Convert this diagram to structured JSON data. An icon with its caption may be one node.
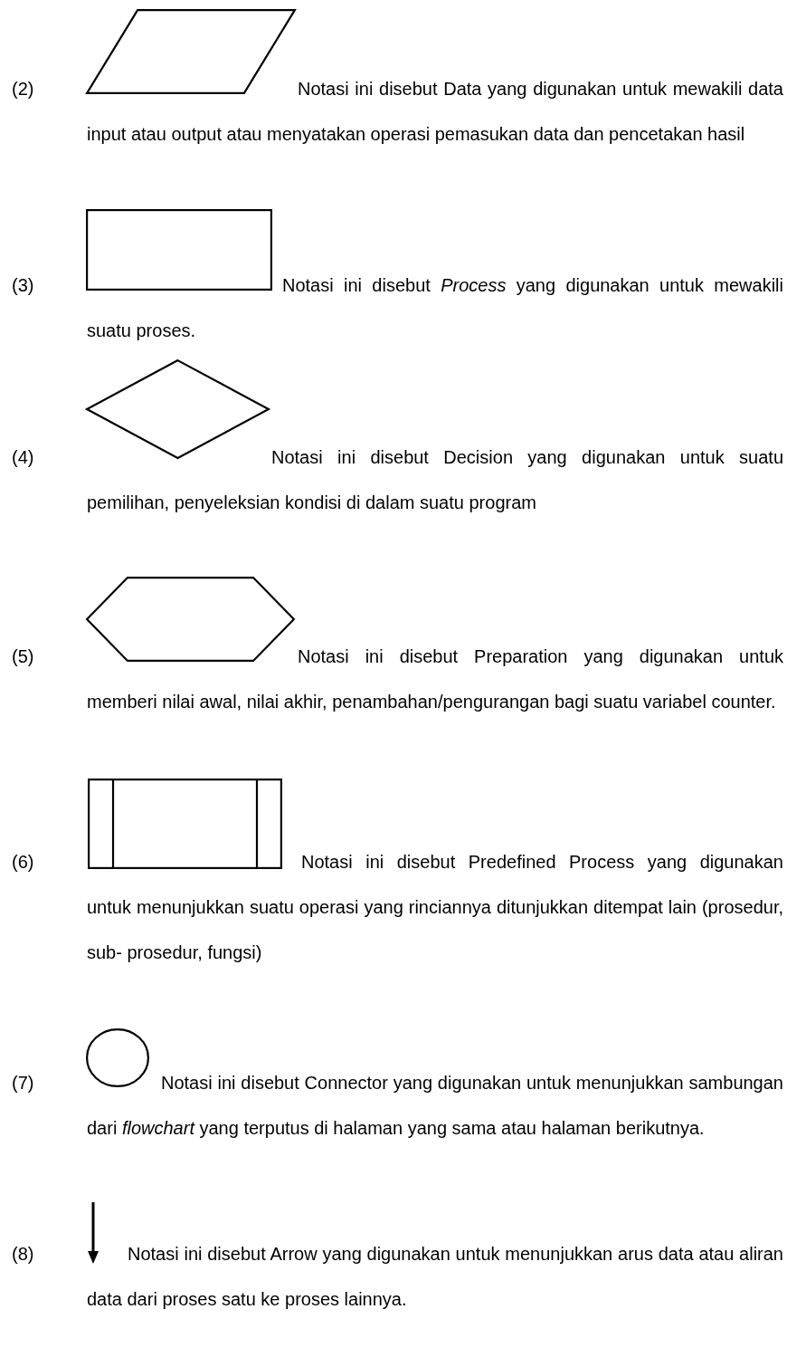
{
  "diagram": {
    "nodes": [
      {
        "text": [],
        "shape": "parallelogram"
      },
      {
        "text": [],
        "shape": "box"
      },
      {
        "text": [],
        "shape": "diamond"
      },
      {
        "text": [],
        "shape": "hexagon"
      },
      {
        "text": [],
        "shape": "subroutine"
      },
      {
        "text": [],
        "shape": "circle"
      }
    ],
    "edges": [],
    "labels": [
      "(2)",
      "Notasi ini disebut Data yang digunakan untuk mewakili data input atau output atau menyatakan operasi pemasukan data dan pencetakan hasil",
      "(3)",
      "Notasi ini disebut *Process* yang digunakan untuk mewakili suatu proses.",
      "(4)",
      "Notasi ini disebut Decision yang digunakan untuk suatu pemilihan, penyeleksian kondisi di dalam suatu program",
      "(5)",
      "Notasi ini disebut Preparation yang digunakan untuk memberi nilai awal, nilai akhir, penambahan/pengurangan bagi suatu variabel counter.",
      "(6)",
      "Notasi ini disebut Predefined Process yang digunakan untuk menunjukkan suatu operasi yang rinciannya ditunjukkan ditempat lain (prosedur, sub- prosedur, fungsi)",
      "(7)",
      "Notasi ini disebut Connector yang digunakan untuk menunjukkan sambungan dari *flowchart* yang terputus di halaman yang sama atau halaman berikutnya.",
      "(8)",
      "Notasi ini disebut Arrow yang digunakan untuk menunjukkan arus data atau aliran data dari proses satu ke proses lainnya."
    ]
  }
}
